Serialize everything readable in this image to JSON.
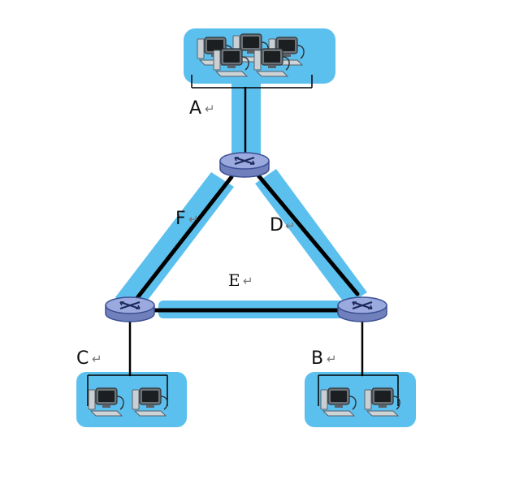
{
  "diagram": {
    "link_labels": {
      "A": "A",
      "B": "B",
      "C": "C",
      "D": "D",
      "E": "E",
      "F": "F"
    },
    "return_mark": "↵",
    "colors": {
      "highlight": "#5cc0ee",
      "link": "#000000",
      "router_fill": "#8e9fd6",
      "router_stroke": "#3b4f93"
    },
    "icons": {
      "routers": [
        "router-icon",
        "router-icon",
        "router-icon"
      ],
      "hosts": [
        "computer-icon"
      ]
    }
  }
}
